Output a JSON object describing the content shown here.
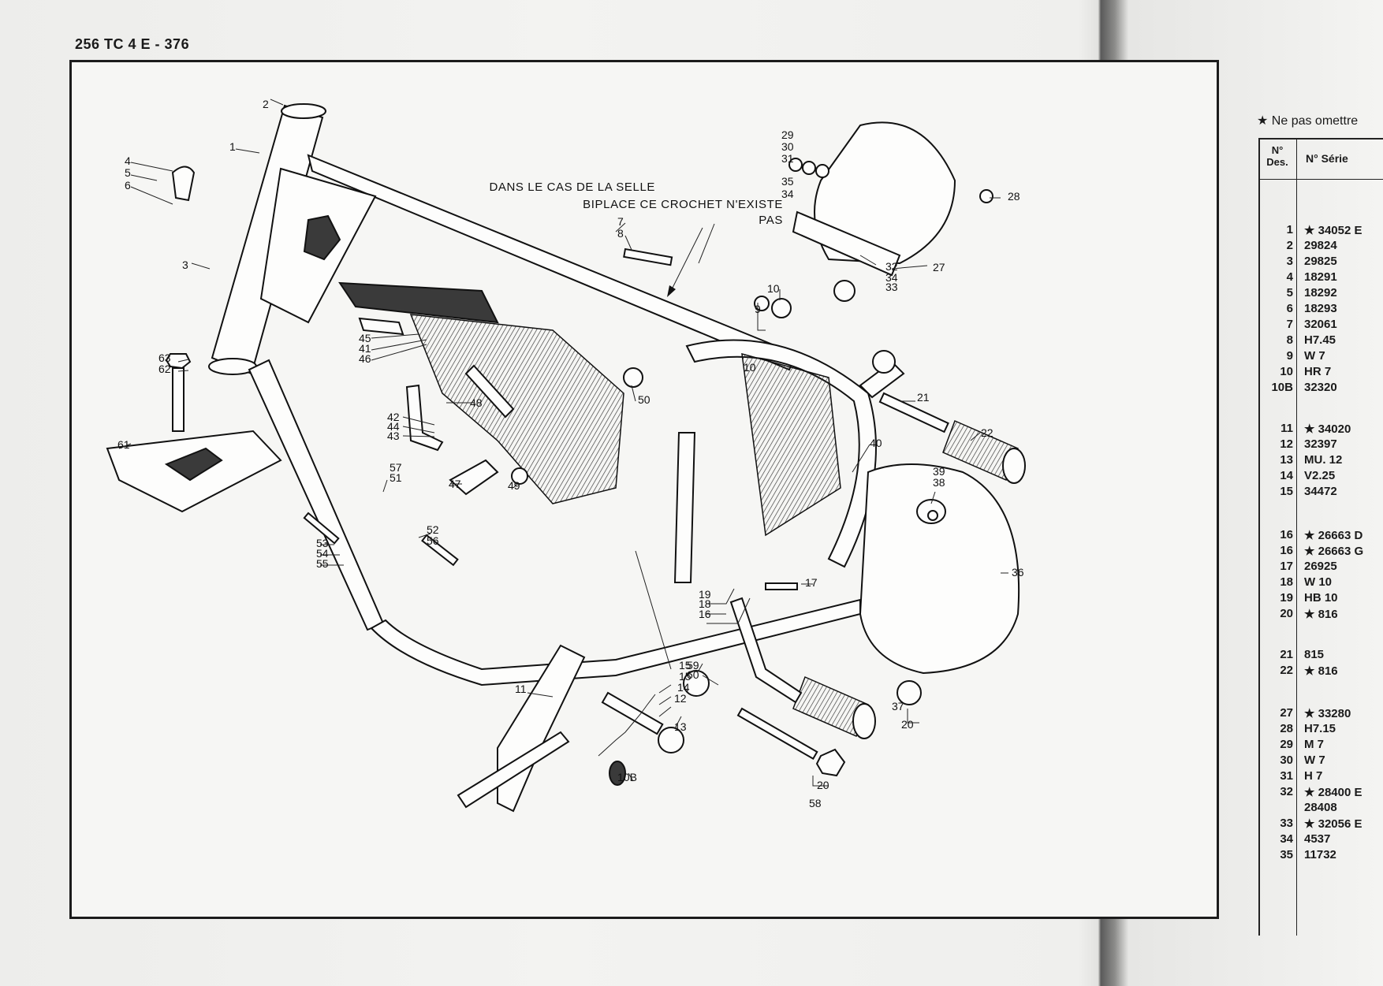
{
  "header": {
    "title": "256 TC 4 E - 376"
  },
  "note": {
    "line1": "DANS LE CAS DE LA SELLE",
    "line2": "BIPLACE CE CROCHET N'EXISTE",
    "line3": "PAS"
  },
  "callouts": [
    "1",
    "2",
    "3",
    "4",
    "5",
    "6",
    "7",
    "8",
    "9",
    "10",
    "10",
    "10B",
    "11",
    "12",
    "13",
    "14",
    "15",
    "15",
    "16",
    "17",
    "18",
    "19",
    "20",
    "21",
    "22",
    "27",
    "28",
    "29",
    "30",
    "31",
    "32",
    "33",
    "34",
    "34",
    "35",
    "36",
    "37",
    "38",
    "39",
    "40",
    "41",
    "42",
    "43",
    "44",
    "45",
    "46",
    "47",
    "48",
    "49",
    "50",
    "51",
    "52",
    "53",
    "54",
    "55",
    "56",
    "57",
    "58",
    "59",
    "60",
    "61",
    "62",
    "63",
    "20"
  ],
  "side": {
    "note": "★ Ne pas omettre",
    "col_num": "N°\nDes.",
    "col_serie": "N° Série",
    "rows": [
      {
        "n": "1",
        "s": "★ 34052 E"
      },
      {
        "n": "2",
        "s": "29824"
      },
      {
        "n": "3",
        "s": "29825"
      },
      {
        "n": "4",
        "s": "18291"
      },
      {
        "n": "5",
        "s": "18292"
      },
      {
        "n": "6",
        "s": "18293"
      },
      {
        "n": "7",
        "s": "32061"
      },
      {
        "n": "8",
        "s": "H7.45"
      },
      {
        "n": "9",
        "s": "W 7"
      },
      {
        "n": "10",
        "s": "HR 7"
      },
      {
        "n": "10B",
        "s": "32320"
      },
      {
        "n": "11",
        "s": "★ 34020"
      },
      {
        "n": "12",
        "s": "32397"
      },
      {
        "n": "13",
        "s": "MU. 12"
      },
      {
        "n": "14",
        "s": "V2.25"
      },
      {
        "n": "15",
        "s": "34472"
      },
      {
        "n": "16",
        "s": "★ 26663 D"
      },
      {
        "n": "16",
        "s": "★ 26663 G"
      },
      {
        "n": "17",
        "s": "26925"
      },
      {
        "n": "18",
        "s": "W 10"
      },
      {
        "n": "19",
        "s": "HB 10"
      },
      {
        "n": "20",
        "s": "★ 816"
      },
      {
        "n": "21",
        "s": "815"
      },
      {
        "n": "22",
        "s": "★ 816"
      },
      {
        "n": "27",
        "s": "★ 33280"
      },
      {
        "n": "28",
        "s": "H7.15"
      },
      {
        "n": "29",
        "s": "M 7"
      },
      {
        "n": "30",
        "s": "W 7"
      },
      {
        "n": "31",
        "s": "H 7"
      },
      {
        "n": "32",
        "s": "★ 28400 E"
      },
      {
        "n": "",
        "s": "28408"
      },
      {
        "n": "33",
        "s": "★ 32056 E"
      },
      {
        "n": "34",
        "s": "4537"
      },
      {
        "n": "35",
        "s": "11732"
      }
    ]
  }
}
